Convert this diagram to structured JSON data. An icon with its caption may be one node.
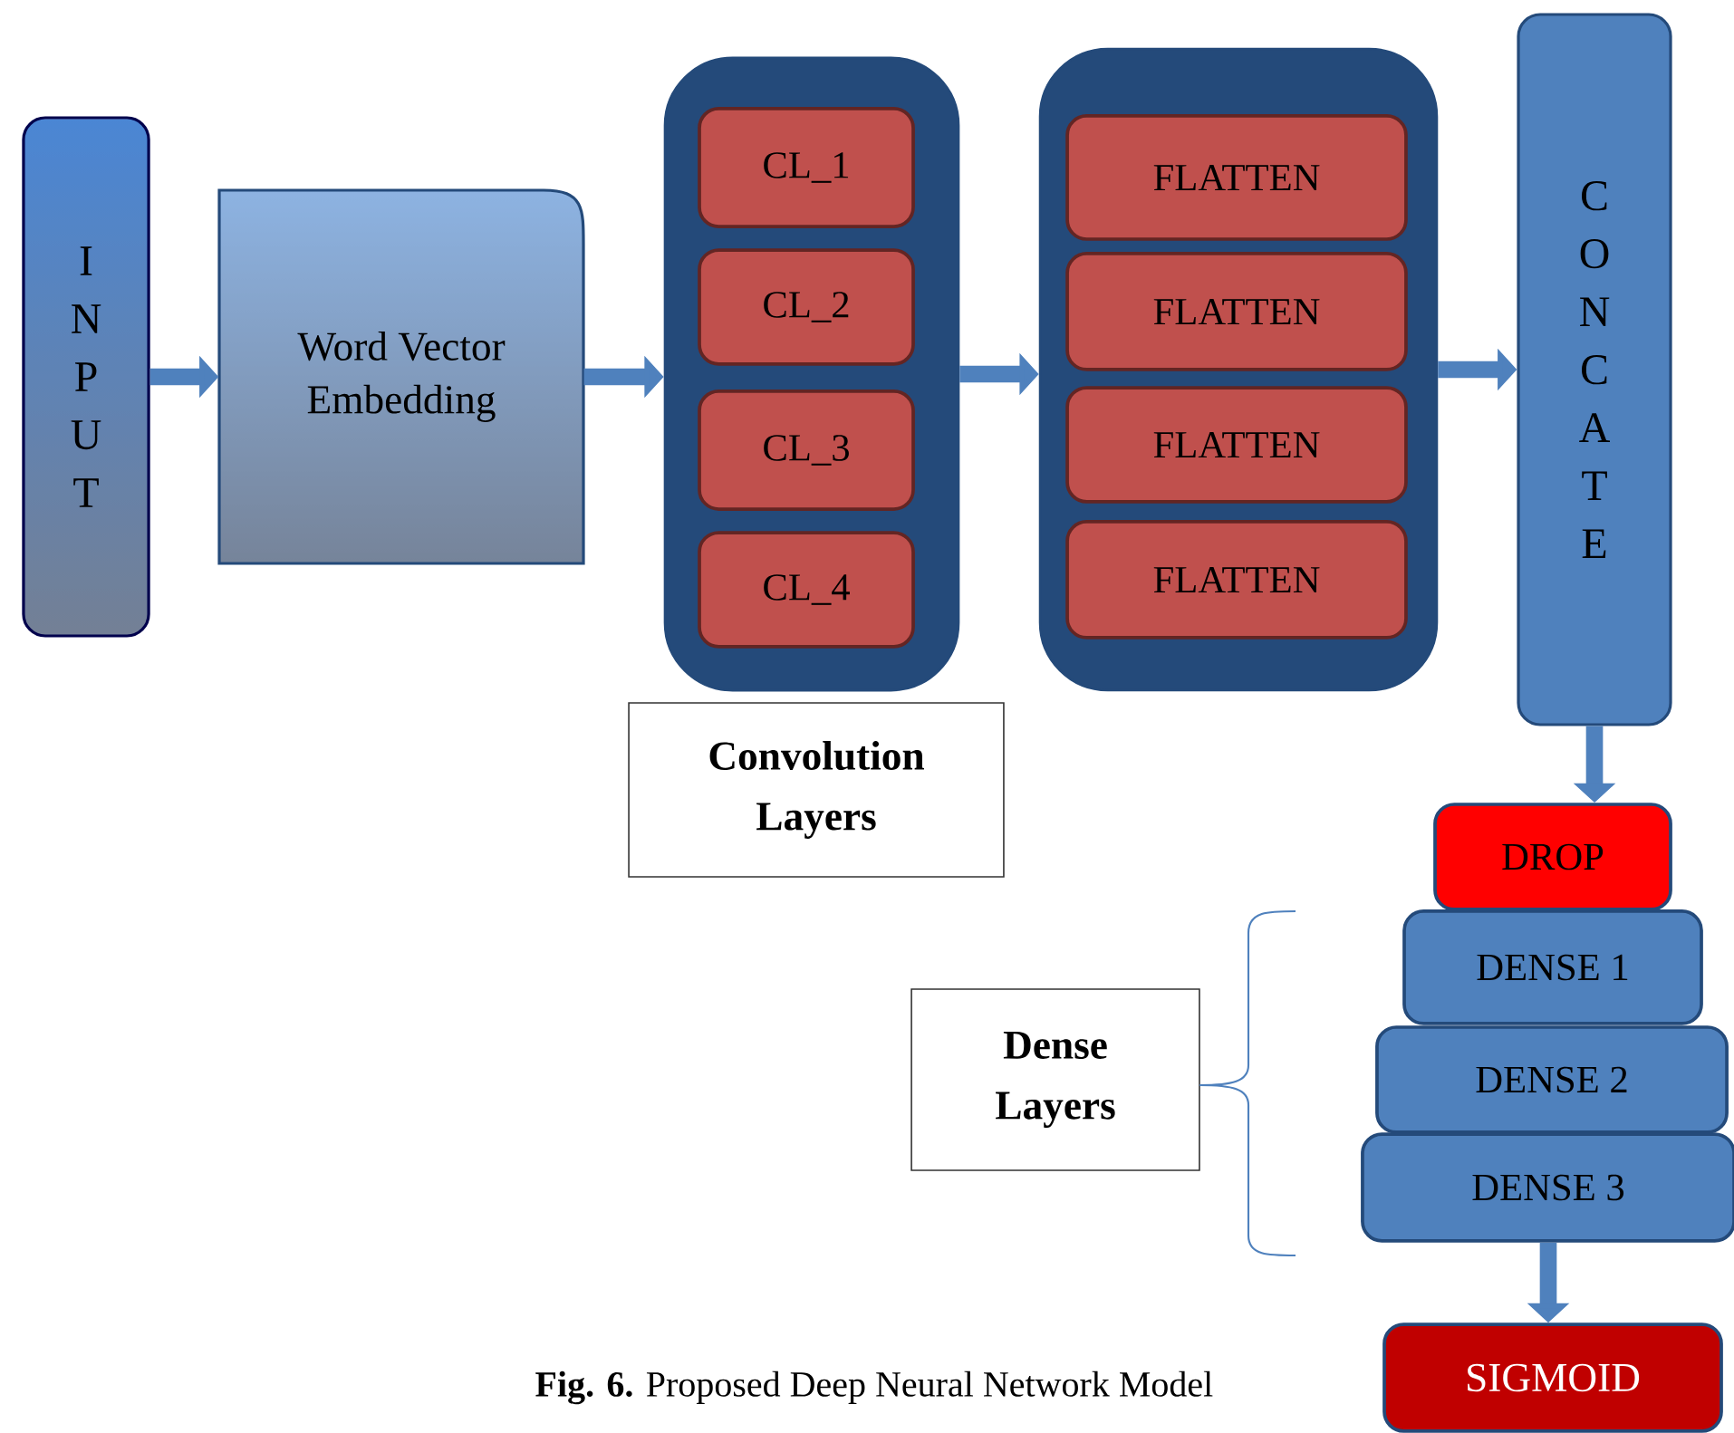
{
  "diagram": {
    "caption": "**Fig. 6.** Proposed Deep Neural Network Model",
    "nodes": [
      {
        "text": [
          "I N P U T"
        ]
      },
      {
        "text": [
          "Word Vector Embedding"
        ]
      },
      {
        "text": [],
        "shape": "box"
      },
      {
        "text": [
          "CL_1"
        ],
        "in": 2
      },
      {
        "text": [
          "CL_2"
        ],
        "in": 2
      },
      {
        "text": [
          "CL_3"
        ],
        "in": 2
      },
      {
        "text": [
          "CL_4"
        ],
        "in": 2
      },
      {
        "text": [],
        "shape": "box"
      },
      {
        "text": [
          "FLATTEN"
        ],
        "in": 7
      },
      {
        "text": [
          "FLATTEN"
        ],
        "in": 7
      },
      {
        "text": [
          "FLATTEN"
        ],
        "in": 7
      },
      {
        "text": [
          "FLATTEN"
        ],
        "in": 7
      },
      {
        "text": [
          "C O N C A T E"
        ]
      },
      {
        "text": [
          "DROP"
        ]
      },
      {
        "text": [
          "DENSE 1"
        ]
      },
      {
        "text": [
          "DENSE 2"
        ]
      },
      {
        "text": [
          "DENSE 3"
        ]
      },
      {
        "text": [
          "SIGMOID"
        ]
      },
      {
        "text": [
          "Convolution Layers"
        ]
      },
      {
        "text": [
          "Dense Layers"
        ]
      }
    ],
    "edges": [
      {
        "from": 0,
        "to": 1,
        "arrow": "to"
      },
      {
        "from": 1,
        "to": 2,
        "arrow": "to"
      },
      {
        "from": 2,
        "to": 7,
        "arrow": "to"
      },
      {
        "from": 7,
        "to": 12,
        "arrow": "to"
      },
      {
        "from": 12,
        "to": 13,
        "arrow": "to"
      },
      {
        "from": 16,
        "to": 17,
        "arrow": "to"
      }
    ]
  }
}
